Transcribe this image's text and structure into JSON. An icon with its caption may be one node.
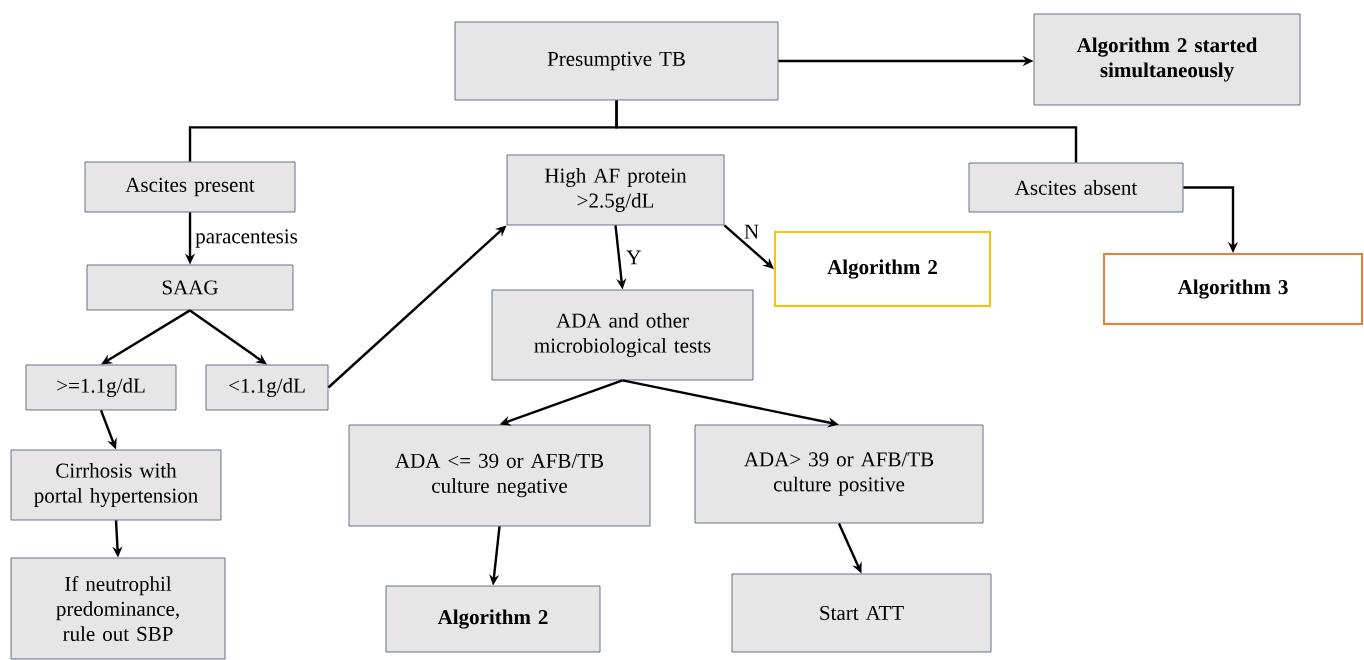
{
  "diagram": {
    "nodes": [
      {
        "text": [
          "Presumptive TB"
        ]
      },
      {
        "text": [
          "Algorithm 2 started simultaneously"
        ]
      },
      {
        "text": [
          "Ascites present"
        ]
      },
      {
        "text": [
          "High AF protein >2.5g/dL"
        ]
      },
      {
        "text": [
          "Ascites absent"
        ]
      },
      {
        "text": [
          "SAAG"
        ]
      },
      {
        "text": [
          "Algorithm 2"
        ]
      },
      {
        "text": [
          "Algorithm 3"
        ]
      },
      {
        "text": [
          "ADA and other microbiological tests"
        ]
      },
      {
        "text": [
          ">=1.1g/dL"
        ]
      },
      {
        "text": [
          "<1.1g/dL"
        ]
      },
      {
        "text": [
          "ADA <= 39 or AFB/TB culture negative"
        ]
      },
      {
        "text": [
          "ADA> 39 or AFB/TB culture positive"
        ]
      },
      {
        "text": [
          "Cirrhosis with portal hypertension"
        ]
      },
      {
        "text": [
          "Algorithm 2"
        ]
      },
      {
        "text": [
          "Start ATT"
        ]
      },
      {
        "text": [
          "If neutrophil predominance, rule out SBP"
        ]
      }
    ],
    "edges": [
      {
        "from": 0,
        "to": 1,
        "arrow": "to"
      },
      {
        "from": 0,
        "to": 2,
        "arrow": "none"
      },
      {
        "from": 0,
        "to": 4,
        "arrow": "none"
      },
      {
        "from": 2,
        "to": 5,
        "arrow": "to",
        "label": "paracentesis"
      },
      {
        "from": 5,
        "to": 9,
        "arrow": "to"
      },
      {
        "from": 5,
        "to": 10,
        "arrow": "to"
      },
      {
        "from": 10,
        "to": 3,
        "arrow": "to"
      },
      {
        "from": 3,
        "to": 8,
        "arrow": "to",
        "label": "Y"
      },
      {
        "from": 3,
        "to": 6,
        "arrow": "to",
        "label": "N"
      },
      {
        "from": 4,
        "to": 7,
        "arrow": "to"
      },
      {
        "from": 8,
        "to": 11,
        "arrow": "to"
      },
      {
        "from": 8,
        "to": 12,
        "arrow": "to"
      },
      {
        "from": 9,
        "to": 13,
        "arrow": "to"
      },
      {
        "from": 13,
        "to": 16,
        "arrow": "to"
      },
      {
        "from": 11,
        "to": 14,
        "arrow": "to"
      },
      {
        "from": 12,
        "to": 15,
        "arrow": "to"
      }
    ]
  }
}
